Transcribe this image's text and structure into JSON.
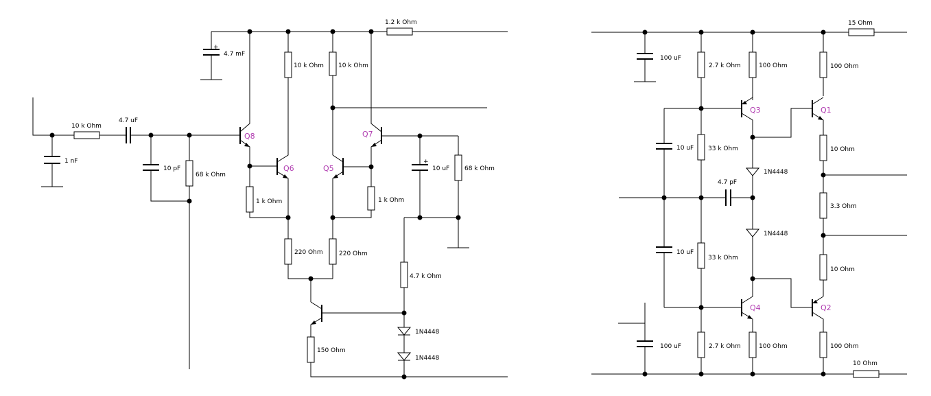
{
  "left_circuit": {
    "resistors": {
      "r_in": "10 k Ohm",
      "r_bias": "68 k Ohm",
      "r_load_q6": "10 k Ohm",
      "r_load_q5": "10 k Ohm",
      "r_top": "1.2 k Ohm",
      "r_emit_q6": "1 k Ohm",
      "r_emit_q5": "1 k Ohm",
      "r_tail_left": "220  Ohm",
      "r_tail_right": "220  Ohm",
      "r_fb": "68 k Ohm",
      "r_mid": "4.7 k Ohm",
      "r_src": "150  Ohm"
    },
    "capacitors": {
      "c_in": "1 nF",
      "c_couple": "4.7 uF",
      "c_filter": "10 pF",
      "c_supply": "4.7 mF",
      "c_fb": "10 uF",
      "plus_supply": "+",
      "plus_fb": "+"
    },
    "diodes": {
      "d_upper": "1N4448",
      "d_lower": "1N4448"
    },
    "transistors": {
      "q8": "Q8",
      "q6": "Q6",
      "q5": "Q5",
      "q7": "Q7"
    }
  },
  "right_circuit": {
    "resistors": {
      "r_out_top": "15  Ohm",
      "r_div_top": "2.7 k Ohm",
      "r_q3_col": "100  Ohm",
      "r_q1_col": "100  Ohm",
      "r_bias_top": "33 k Ohm",
      "r_q1_emit": "10    Ohm",
      "r_mid": "3.3  Ohm",
      "r_bias_bot": "33 k Ohm",
      "r_q2_emit": "10    Ohm",
      "r_div_bot": "2.7 k Ohm",
      "r_q4_col": "100  Ohm",
      "r_q2_col": "100  Ohm",
      "r_out_bot": "10  Ohm"
    },
    "capacitors": {
      "c_top": "100 uF",
      "c_left_top": "10 uF",
      "c_mid": "4.7 pF",
      "c_left_bot": "10 uF",
      "c_bot": "100 uF"
    },
    "diodes": {
      "d_upper": "1N4448",
      "d_lower": "1N4448"
    },
    "transistors": {
      "q3": "Q3",
      "q1": "Q1",
      "q4": "Q4",
      "q2": "Q2"
    }
  },
  "colors": {
    "wire": "#000000",
    "transistor_label": "#b03bb0",
    "background": "#ffffff"
  }
}
